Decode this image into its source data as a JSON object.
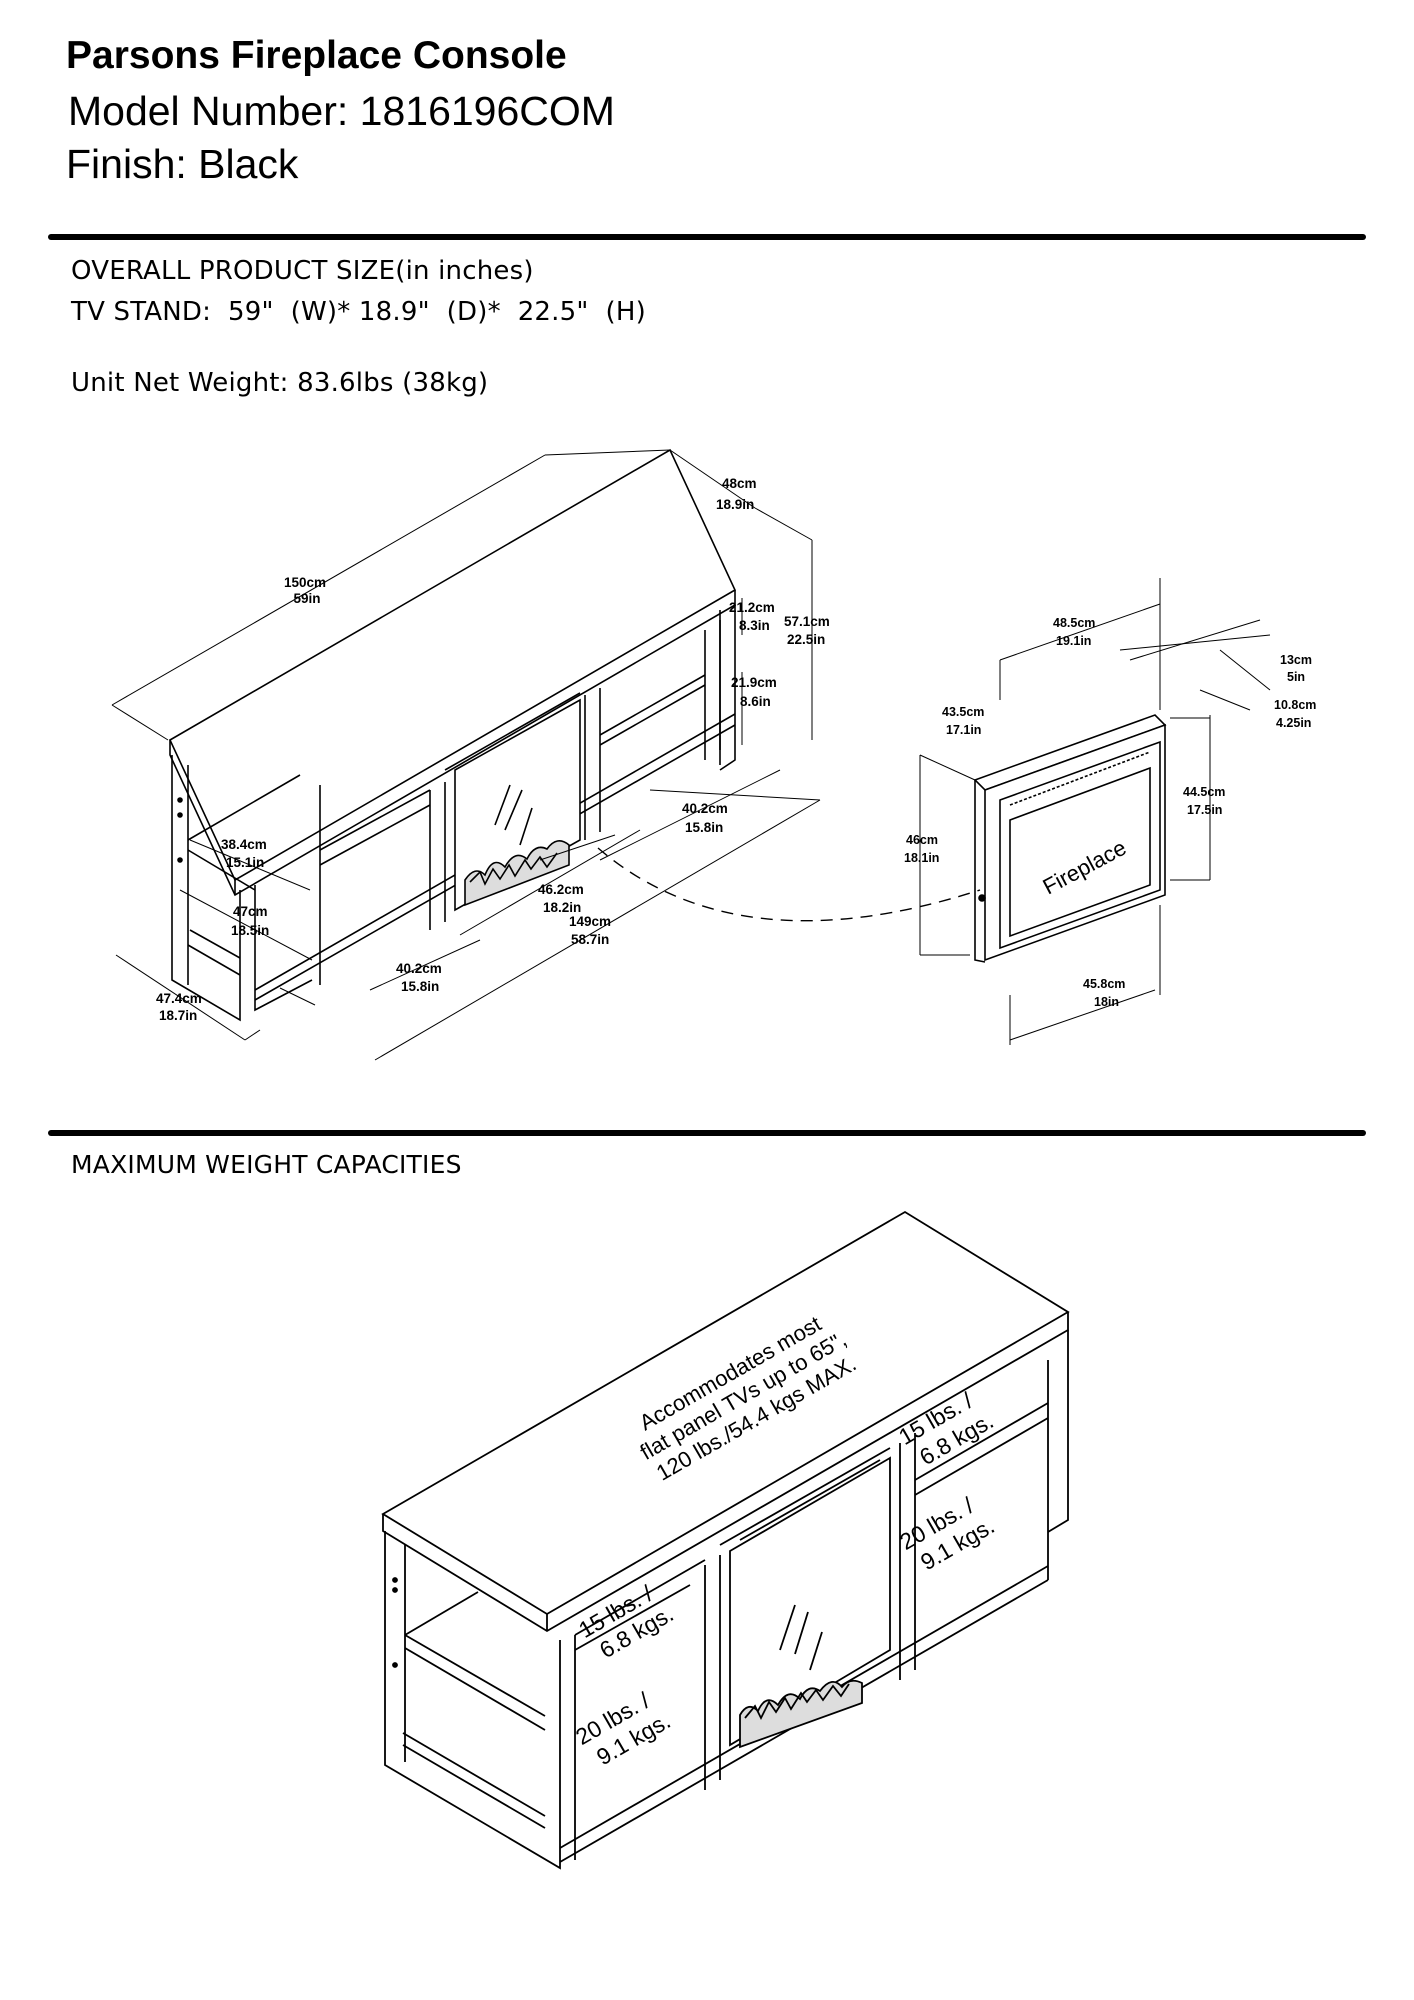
{
  "header": {
    "title": "Parsons Fireplace Console",
    "model": "Model Number: 1816196COM",
    "finish": "Finish: Black"
  },
  "specs": {
    "overall_label": "OVERALL PRODUCT SIZE(in inches)",
    "tv_stand": "TV STAND:  59\"  (W)* 18.9\"  (D)*  22.5\"  (H)",
    "net_weight": "Unit Net Weight: 83.6lbs (38kg)"
  },
  "stand_dims": {
    "width": [
      "150cm",
      "59in"
    ],
    "depth": [
      "48cm",
      "18.9in"
    ],
    "upper_opening": [
      "21.2cm",
      "8.3in"
    ],
    "height": [
      "57.1cm",
      "22.5in"
    ],
    "lower_opening": [
      "21.9cm",
      "8.6in"
    ],
    "right_bay": [
      "40.2cm",
      "15.8in"
    ],
    "shelf_depth": [
      "38.4cm",
      "15.1in"
    ],
    "fireplace_opening": [
      "46.2cm",
      "18.2in"
    ],
    "inner_width": [
      "149cm",
      "58.7in"
    ],
    "side_height": [
      "47cm",
      "18.5in"
    ],
    "left_bay": [
      "40.2cm",
      "15.8in"
    ],
    "side_depth": [
      "47.4cm",
      "18.7in"
    ]
  },
  "fireplace_dims": {
    "top_width": [
      "48.5cm",
      "19.1in"
    ],
    "depth_total": [
      "13cm",
      "5in"
    ],
    "depth_body": [
      "10.8cm",
      "4.25in"
    ],
    "side_depth": [
      "43.5cm",
      "17.1in"
    ],
    "front_height": [
      "44.5cm",
      "17.5in"
    ],
    "height": [
      "46cm",
      "18.1in"
    ],
    "bottom_width": [
      "45.8cm",
      "18in"
    ],
    "label": "Fireplace"
  },
  "capacities": {
    "heading": "MAXIMUM WEIGHT CAPACITIES",
    "top": [
      "Accommodates most",
      "flat panel TVs up to 65\",",
      "120 lbs./54.4 kgs MAX."
    ],
    "left_upper": [
      "15 lbs. /",
      "6.8 kgs."
    ],
    "left_lower": [
      "20 lbs. /",
      "9.1 kgs."
    ],
    "right_upper": [
      "15 lbs. /",
      "6.8 kgs."
    ],
    "right_lower": [
      "20 lbs. /",
      "9.1 kgs."
    ]
  }
}
